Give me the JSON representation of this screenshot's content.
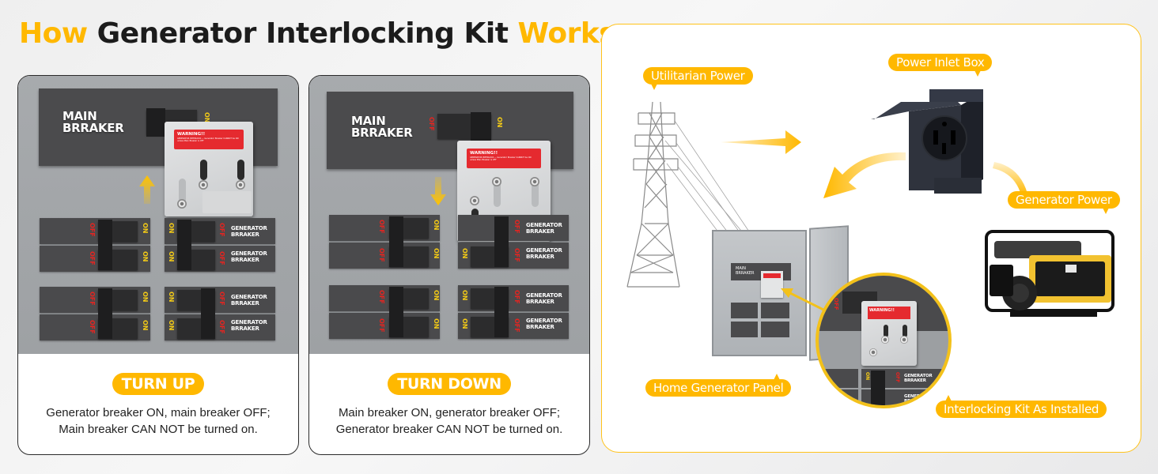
{
  "title": {
    "part1": "How",
    "part2": " Generator Interlocking Kit ",
    "part3": "Works"
  },
  "colors": {
    "accent": "#ffb800",
    "dark": "#1c1c1c",
    "off_red": "#e52420",
    "on_yellow": "#f5cc16",
    "warning_red": "#e52a2f"
  },
  "panels": [
    {
      "main_breaker_label_1": "MAIN",
      "main_breaker_label_2": "BRRAKER",
      "main_state": "OFF",
      "arrow": "up-arrow-icon",
      "switch_off": "OFF",
      "switch_on": "ON",
      "warning_title": "WARNING!!",
      "warning_text": "GENERATOR INTERLOCK — Generator Breaker CANNOT be ON unless Main Breaker is OFF",
      "generator_label_1": "GENERATOR",
      "generator_label_2": "BRRAKER",
      "pill": "TURN UP",
      "description_1": "Generator breaker ON, main breaker OFF;",
      "description_2": "Main breaker CAN NOT be turned on."
    },
    {
      "main_breaker_label_1": "MAIN",
      "main_breaker_label_2": "BRRAKER",
      "main_state": "ON",
      "arrow": "down-arrow-icon",
      "switch_off": "OFF",
      "switch_on": "ON",
      "warning_title": "WARNING!!",
      "warning_text": "GENERATOR INTERLOCK — Generator Breaker CANNOT be ON unless Main Breaker is OFF",
      "generator_label_1": "GENERATOR",
      "generator_label_2": "BRRAKER",
      "pill": "TURN DOWN",
      "description_1": "Main breaker ON, generator breaker OFF;",
      "description_2": "Generator breaker CAN NOT be turned on."
    }
  ],
  "diagram": {
    "utility_label": "Utilitarian Power",
    "inlet_label": "Power Inlet Box",
    "generator_label": "Generator Power",
    "home_panel_label": "Home Generator Panel",
    "installed_label": "Interlocking Kit As Installed",
    "mini_main_label": "MAIN BRRAKER",
    "zoom_warning": "WARNING!!",
    "zoom_gen_1": "GENERATOR",
    "zoom_gen_2": "BRRAKER",
    "zoom_off": "OFF",
    "zoom_on": "ON"
  }
}
